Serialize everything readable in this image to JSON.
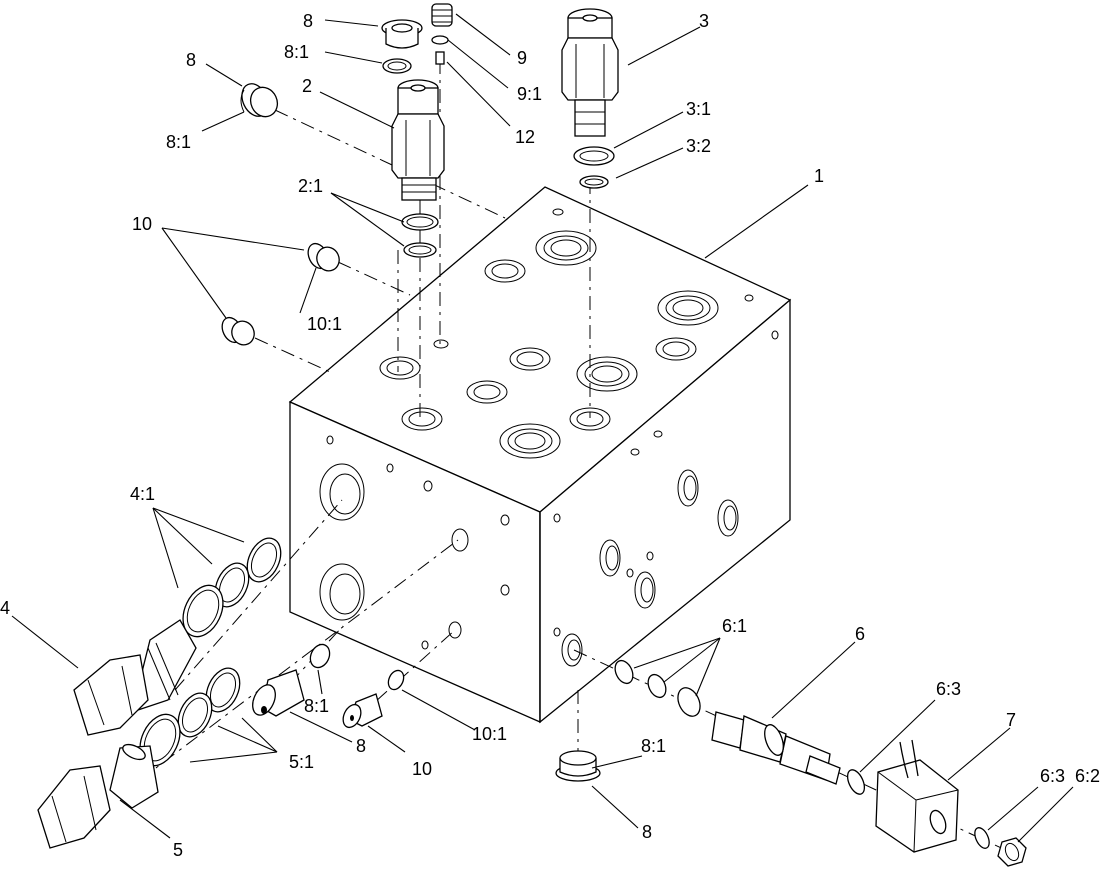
{
  "labels": {
    "l1": "1",
    "l2": "2",
    "l2_1": "2:1",
    "l3": "3",
    "l3_1": "3:1",
    "l3_2": "3:2",
    "l4": "4",
    "l4_1": "4:1",
    "l5": "5",
    "l5_1": "5:1",
    "l6": "6",
    "l6_1": "6:1",
    "l6_2": "6:2",
    "l6_3a": "6:3",
    "l6_3b": "6:3",
    "l7": "7",
    "l8_top": "8",
    "l8_left": "8",
    "l8_bottom_center": "8",
    "l8_bottom_right": "8",
    "l8_1_top": "8:1",
    "l8_1_left": "8:1",
    "l8_1_bottom": "8:1",
    "l8_1_right": "8:1",
    "l9": "9",
    "l9_1": "9:1",
    "l10_left": "10",
    "l10_bottom": "10",
    "l10_1_left": "10:1",
    "l10_1_bottom": "10:1",
    "l12": "12"
  }
}
